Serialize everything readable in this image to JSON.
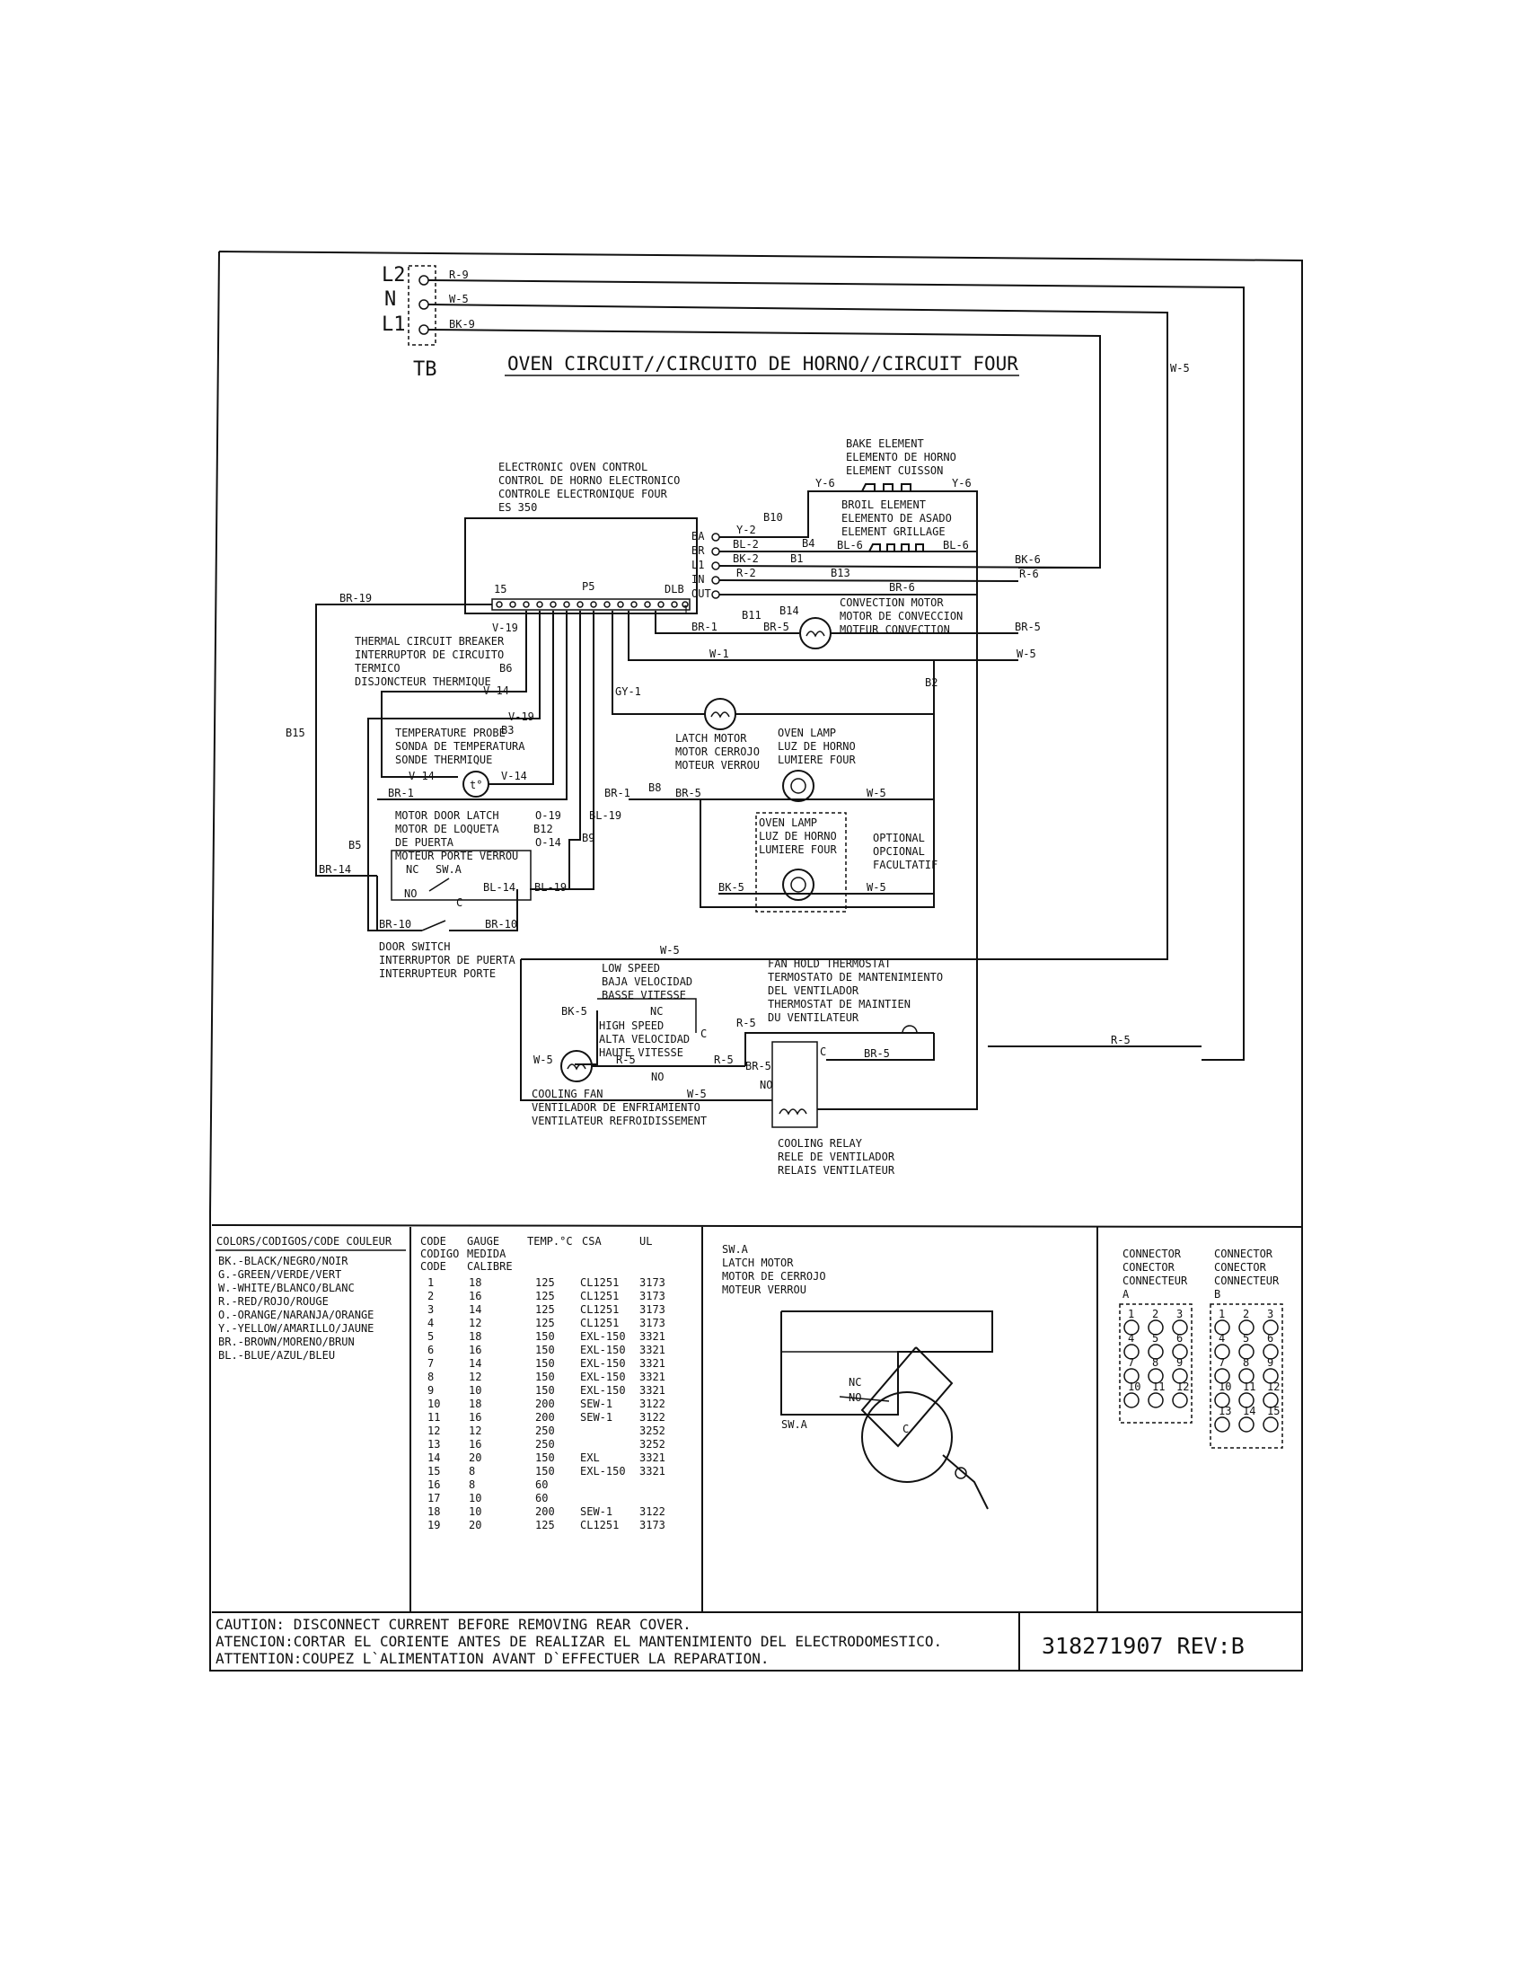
{
  "header": {
    "title": "OVEN CIRCUIT//CIRCUITO DE HORNO//CIRCUIT FOUR",
    "terminal_block": {
      "label": "TB",
      "terminals": [
        "L2",
        "N",
        "L1"
      ]
    }
  },
  "wires": {
    "r9": "R-9",
    "w5": "W-5",
    "bk9": "BK-9",
    "bk6": "BK-6",
    "r6": "R-6",
    "br5": "BR-5",
    "br19": "BR-19",
    "y6": "Y-6",
    "y2": "Y-2",
    "bl2": "BL-2",
    "bk2": "BK-2",
    "r2": "R-2",
    "bl6": "BL-6",
    "br6": "BR-6",
    "br1": "BR-1",
    "w1": "W-1",
    "gy1": "GY-1",
    "v19": "V-19",
    "v14": "V-14",
    "o19": "O-19",
    "o14": "O-14",
    "bl19": "BL-19",
    "br14": "BR-14",
    "bl14": "BL-14",
    "br10": "BR-10",
    "bk5": "BK-5",
    "r5": "R-5"
  },
  "connectors": {
    "b10": "B10",
    "b4": "B4",
    "b1": "B1",
    "b13": "B13",
    "b11": "B11",
    "b14": "B14",
    "b2": "B2",
    "b6": "B6",
    "b3": "B3",
    "b8": "B8",
    "b12": "B12",
    "b9": "B9",
    "b5": "B5",
    "b15": "B15"
  },
  "control": {
    "lines": [
      "ELECTRONIC OVEN CONTROL",
      "CONTROL DE HORNO ELECTRONICO",
      "CONTROLE ELECTRONIQUE FOUR",
      "ES 350"
    ],
    "terminals": [
      "BA",
      "BR",
      "L1",
      "IN",
      "OUT"
    ],
    "p5": "P5",
    "pin15": "15",
    "dlb": "DLB",
    "pin1": "1"
  },
  "components": {
    "bake": [
      "BAKE ELEMENT",
      "ELEMENTO DE HORNO",
      "ELEMENT CUISSON"
    ],
    "broil": [
      "BROIL ELEMENT",
      "ELEMENTO DE ASADO",
      "ELEMENT GRILLAGE"
    ],
    "convection": [
      "CONVECTION MOTOR",
      "MOTOR DE CONVECCION",
      "MOTEUR CONVECTION"
    ],
    "breaker": [
      "THERMAL CIRCUIT BREAKER",
      "INTERRUPTOR DE CIRCUITO",
      "TERMICO",
      "DISJONCTEUR THERMIQUE"
    ],
    "probe": [
      "TEMPERATURE PROBE",
      "SONDA DE TEMPERATURA",
      "SONDE THERMIQUE"
    ],
    "latch_motor": [
      "LATCH MOTOR",
      "MOTOR CERROJO",
      "MOTEUR VERROU"
    ],
    "oven_lamp": [
      "OVEN LAMP",
      "LUZ DE HORNO",
      "LUMIERE FOUR"
    ],
    "door_latch": [
      "MOTOR DOOR LATCH",
      "MOTOR DE LOQUETA",
      "DE PUERTA",
      "MOTEUR PORTE VERROU"
    ],
    "optional": [
      "OPTIONAL",
      "OPCIONAL",
      "FACULTATIF"
    ],
    "door_switch": [
      "DOOR SWITCH",
      "INTERRUPTOR DE PUERTA",
      "INTERRUPTEUR PORTE"
    ],
    "low_speed": [
      "LOW SPEED",
      "BAJA VELOCIDAD",
      "BASSE VITESSE"
    ],
    "high_speed": [
      "HIGH SPEED",
      "ALTA VELOCIDAD",
      "HAUTE VITESSE"
    ],
    "fan_thermostat": [
      "FAN HOLD THERMOSTAT",
      "TERMOSTATO DE MANTENIMIENTO",
      "DEL VENTILADOR",
      "THERMOSTAT DE MAINTIEN",
      "DU VENTILATEUR"
    ],
    "cooling_fan": [
      "COOLING FAN",
      "VENTILADOR DE ENFRIAMIENTO",
      "VENTILATEUR REFROIDISSEMENT"
    ],
    "cooling_relay": [
      "COOLING RELAY",
      "RELE DE VENTILADOR",
      "RELAIS VENTILATEUR"
    ],
    "switch_labels": {
      "nc": "NC",
      "no": "NO",
      "c": "C",
      "swa": "SW.A"
    }
  },
  "legend": {
    "heading": "COLORS/CODIGOS/CODE COULEUR",
    "colors": [
      "BK.-BLACK/NEGRO/NOIR",
      "G.-GREEN/VERDE/VERT",
      "W.-WHITE/BLANCO/BLANC",
      "R.-RED/ROJO/ROUGE",
      "O.-ORANGE/NARANJA/ORANGE",
      "Y.-YELLOW/AMARILLO/JAUNE",
      "BR.-BROWN/MORENO/BRUN",
      "BL.-BLUE/AZUL/BLEU"
    ]
  },
  "gauge_table": {
    "header_lines": [
      [
        "CODE",
        "GAUGE",
        "TEMP.°C",
        "CSA",
        "UL"
      ],
      [
        "CODIGO",
        "MEDIDA",
        "",
        "",
        ""
      ],
      [
        "CODE",
        "CALIBRE",
        "",
        "",
        ""
      ]
    ],
    "rows": [
      [
        "1",
        "18",
        "125",
        "CL1251",
        "3173"
      ],
      [
        "2",
        "16",
        "125",
        "CL1251",
        "3173"
      ],
      [
        "3",
        "14",
        "125",
        "CL1251",
        "3173"
      ],
      [
        "4",
        "12",
        "125",
        "CL1251",
        "3173"
      ],
      [
        "5",
        "18",
        "150",
        "EXL-150",
        "3321"
      ],
      [
        "6",
        "16",
        "150",
        "EXL-150",
        "3321"
      ],
      [
        "7",
        "14",
        "150",
        "EXL-150",
        "3321"
      ],
      [
        "8",
        "12",
        "150",
        "EXL-150",
        "3321"
      ],
      [
        "9",
        "10",
        "150",
        "EXL-150",
        "3321"
      ],
      [
        "10",
        "18",
        "200",
        "SEW-1",
        "3122"
      ],
      [
        "11",
        "16",
        "200",
        "SEW-1",
        "3122"
      ],
      [
        "12",
        "12",
        "250",
        "",
        "3252"
      ],
      [
        "13",
        "16",
        "250",
        "",
        "3252"
      ],
      [
        "14",
        "20",
        "150",
        "EXL",
        "3321"
      ],
      [
        "15",
        "8",
        "150",
        "EXL-150",
        "3321"
      ],
      [
        "16",
        "8",
        "60",
        "",
        ""
      ],
      [
        "17",
        "10",
        "60",
        "",
        ""
      ],
      [
        "18",
        "10",
        "200",
        "SEW-1",
        "3122"
      ],
      [
        "19",
        "20",
        "125",
        "CL1251",
        "3173"
      ]
    ]
  },
  "swa_detail": {
    "lines": [
      "SW.A",
      "LATCH MOTOR",
      "MOTOR DE CERROJO",
      "MOTEUR VERROU"
    ],
    "tag": "SW.A",
    "nc": "NC",
    "no": "NO",
    "c": "C"
  },
  "connector_a": {
    "lines": [
      "CONNECTOR",
      "CONECTOR",
      "CONNECTEUR",
      "A"
    ],
    "pins": [
      "1",
      "2",
      "3",
      "4",
      "5",
      "6",
      "7",
      "8",
      "9",
      "10",
      "11",
      "12"
    ]
  },
  "connector_b": {
    "lines": [
      "CONNECTOR",
      "CONECTOR",
      "CONNECTEUR",
      "B"
    ],
    "pins": [
      "1",
      "2",
      "3",
      "4",
      "5",
      "6",
      "7",
      "8",
      "9",
      "10",
      "11",
      "12",
      "13",
      "14",
      "15"
    ]
  },
  "footer": {
    "caution": "CAUTION: DISCONNECT CURRENT BEFORE REMOVING REAR COVER.",
    "atencion": "ATENCION:CORTAR EL CORIENTE ANTES DE REALIZAR EL MANTENIMIENTO DEL ELECTRODOMESTICO.",
    "attention": "ATTENTION:COUPEZ L`ALIMENTATION AVANT D`EFFECTUER LA REPARATION.",
    "part_number": "318271907 REV:B"
  }
}
